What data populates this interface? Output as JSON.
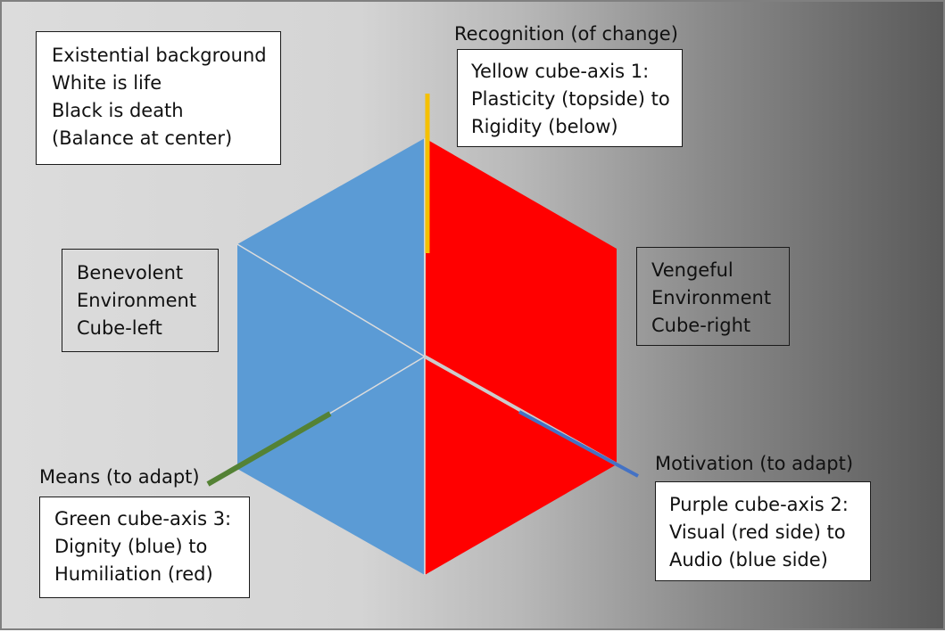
{
  "background_box": {
    "lines": [
      "Existential background",
      "White is life",
      "Black is death",
      "(Balance at center)"
    ]
  },
  "benevolent_box": {
    "lines": [
      "Benevolent",
      "Environment",
      "Cube-left"
    ]
  },
  "vengeful_box": {
    "lines": [
      "Vengeful",
      "Environment",
      "Cube-right"
    ]
  },
  "axis1": {
    "caption": "Recognition (of change)",
    "lines": [
      "Yellow cube-axis 1:",
      "Plasticity (topside) to",
      "Rigidity (below)"
    ],
    "color": "#f5c000"
  },
  "axis2": {
    "caption": "Motivation (to adapt)",
    "lines": [
      "Purple cube-axis 2:",
      "Visual (red side) to",
      "Audio (blue side)"
    ],
    "color": "#4472c4"
  },
  "axis3": {
    "caption": "Means (to adapt)",
    "lines": [
      "Green cube-axis 3:",
      "Dignity (blue) to",
      "Humiliation (red)"
    ],
    "color": "#548235"
  },
  "cube_colors": {
    "left": "#5b9bd5",
    "right": "#ff0000",
    "internal_edge": "#d0d0d0"
  }
}
